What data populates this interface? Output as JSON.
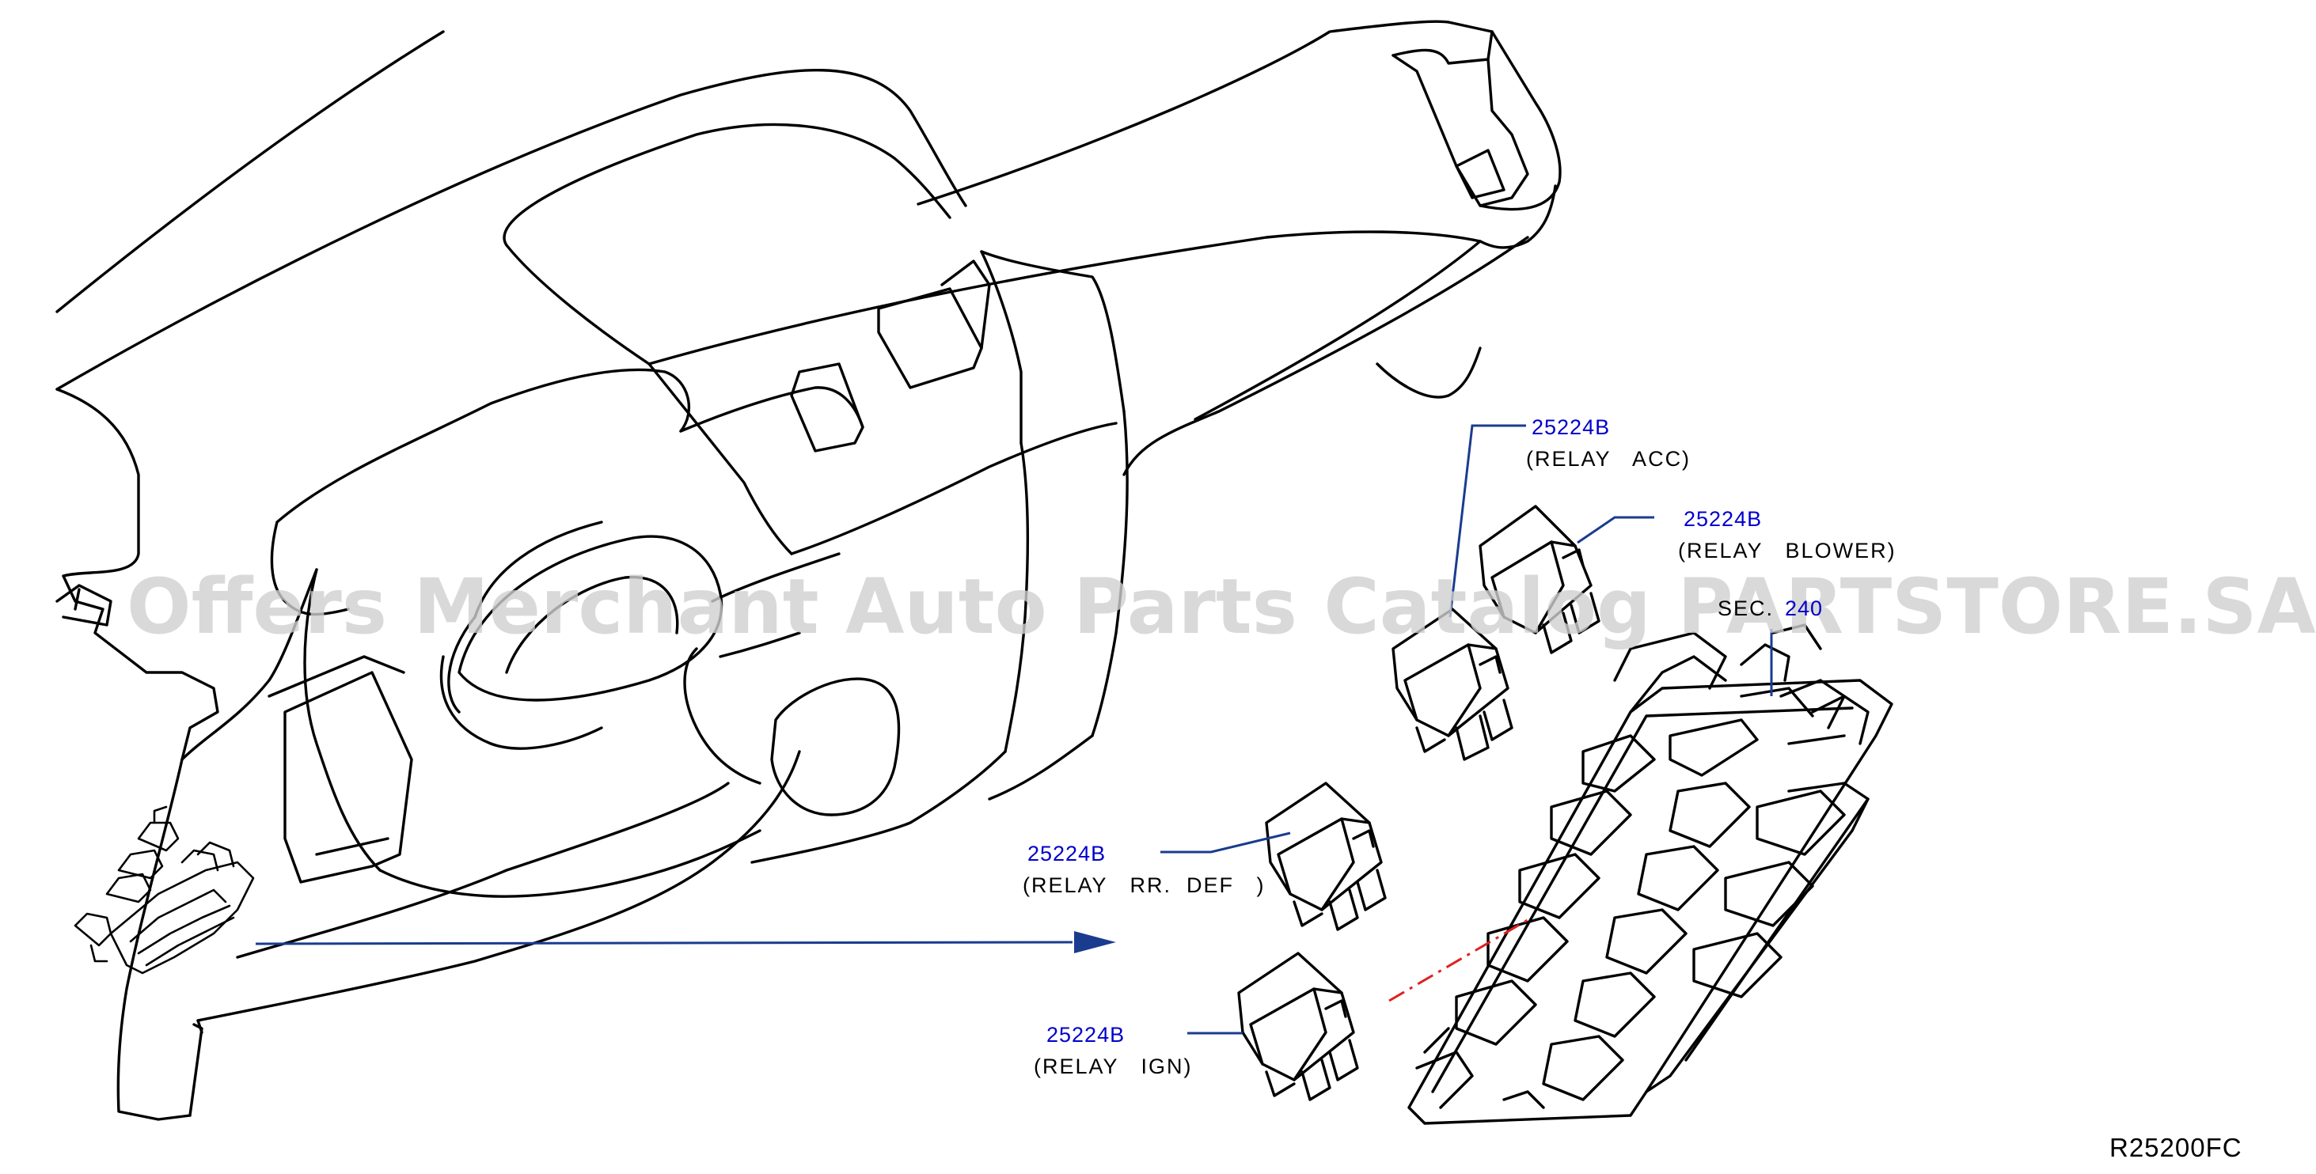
{
  "callouts": [
    {
      "part_no": "25224B",
      "name": "(RELAY   ACC)"
    },
    {
      "part_no": "25224B",
      "name": "(RELAY   BLOWER)"
    },
    {
      "part_no": "25224B",
      "name": "(RELAY   RR.  DEF   )"
    },
    {
      "part_no": "25224B",
      "name": "(RELAY   IGN)"
    }
  ],
  "section_ref": {
    "prefix": "SEC.",
    "number": "240"
  },
  "diagram_code": "R25200FC",
  "watermark": "Offers Merchant Auto Parts Catalog PARTSTORE.SA",
  "colors": {
    "part_number": "#0000cc",
    "leader": "#1a3c8f",
    "hidden_line": "#e02020"
  }
}
